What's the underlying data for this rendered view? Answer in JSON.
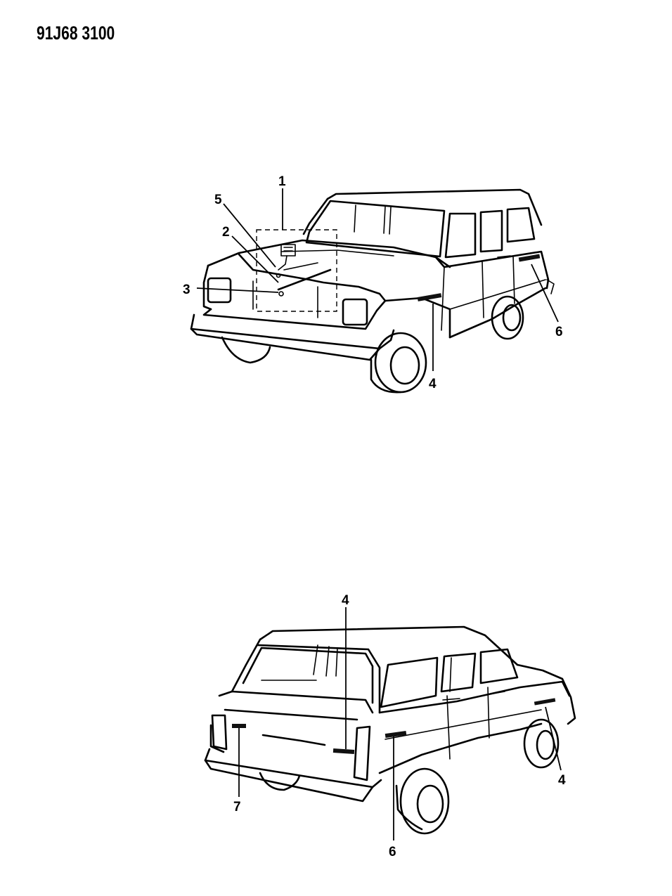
{
  "header": {
    "doc_id": "91J68 3100"
  },
  "front_view": {
    "callouts": [
      "1",
      "5",
      "2",
      "3",
      "4",
      "6"
    ]
  },
  "rear_view": {
    "callouts": [
      "4",
      "7",
      "6",
      "4"
    ]
  }
}
